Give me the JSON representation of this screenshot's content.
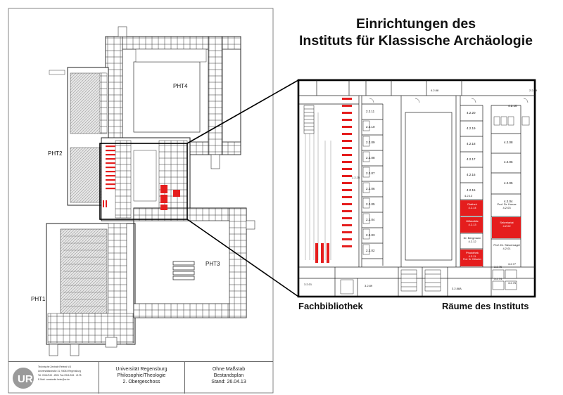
{
  "title": {
    "line1": "Einrichtungen des",
    "line2": "Instituts für Klassische Archäologie"
  },
  "captions": {
    "left": "Fachbibliothek",
    "right": "Räume des Instituts"
  },
  "buildings": {
    "pht1": "PHT1",
    "pht2": "PHT2",
    "pht3": "PHT3",
    "pht4": "PHT4"
  },
  "title_block": {
    "university": "Universität Regensburg",
    "building": "Philosophie/Theologie",
    "floor": "2. Obergeschoss",
    "scale": "Ohne Maßstab",
    "plan_type": "Bestandsplan",
    "date": "Stand: 26.04.13",
    "org_line1": "Technische Zentrale Referat V/4",
    "org_line2": "Universitätsstraße 31, 93053 Regensburg",
    "org_line3": "Tel. 0941/943 - 2501 Fax 0941/943 - 2178",
    "org_line4": "E-Mail: constantin.heim@ur.de",
    "logo_text": "UR"
  },
  "library_rooms": [
    "2.2.11",
    "2.2.10",
    "2.2.09",
    "2.2.08",
    "2.2.07",
    "2.2.06",
    "2.2.05",
    "2.2.04",
    "2.2.03",
    "2.2.02"
  ],
  "library_misc": {
    "corner_room": "2.2.25",
    "bottom_left": "3.2.01",
    "bottom_mid": "3.2.89"
  },
  "institute_rooms": [
    "4.2.20",
    "4.2.19",
    "4.2.18",
    "4.2.17",
    "4.2.16",
    "4.2.15"
  ],
  "institute_right_rooms": [
    "4.2.10",
    "4.2.08",
    "4.2.06",
    "4.2.05",
    "4.2.04"
  ],
  "institute_misc": {
    "top_room": "4.2.88",
    "mid_room": "4.2.13",
    "corner_room": "2.2.09",
    "stair_room": "3.2.88A",
    "room_276": "3.2.76",
    "room_277": "3.2.77",
    "room_274": "3.2.74",
    "room_275": "3.2.75"
  },
  "named_rooms": [
    {
      "name": "Diathek",
      "number": "4.2.14",
      "highlight": true
    },
    {
      "name": "Hilfskräfte",
      "number": "4.2.13",
      "highlight": true
    },
    {
      "name": "Dr. Bergmann",
      "number": "4.2.12",
      "highlight": false
    },
    {
      "name": "Photothek",
      "number": "4.2.11",
      "note": "Prof. Dr. Hölscher",
      "highlight": true
    },
    {
      "name": "Prof. Dr. Kunze",
      "number": "4.2.03",
      "highlight": false
    },
    {
      "name": "Sekretariat",
      "number": "4.2.02",
      "highlight": true
    },
    {
      "name": "Prof. Dr. Steuernagel",
      "number": "4.2.01",
      "highlight": false
    }
  ],
  "colors": {
    "highlight": "#e51d1d",
    "line": "#111111",
    "thin": "#555555",
    "hatch": "#bfbfbf"
  }
}
